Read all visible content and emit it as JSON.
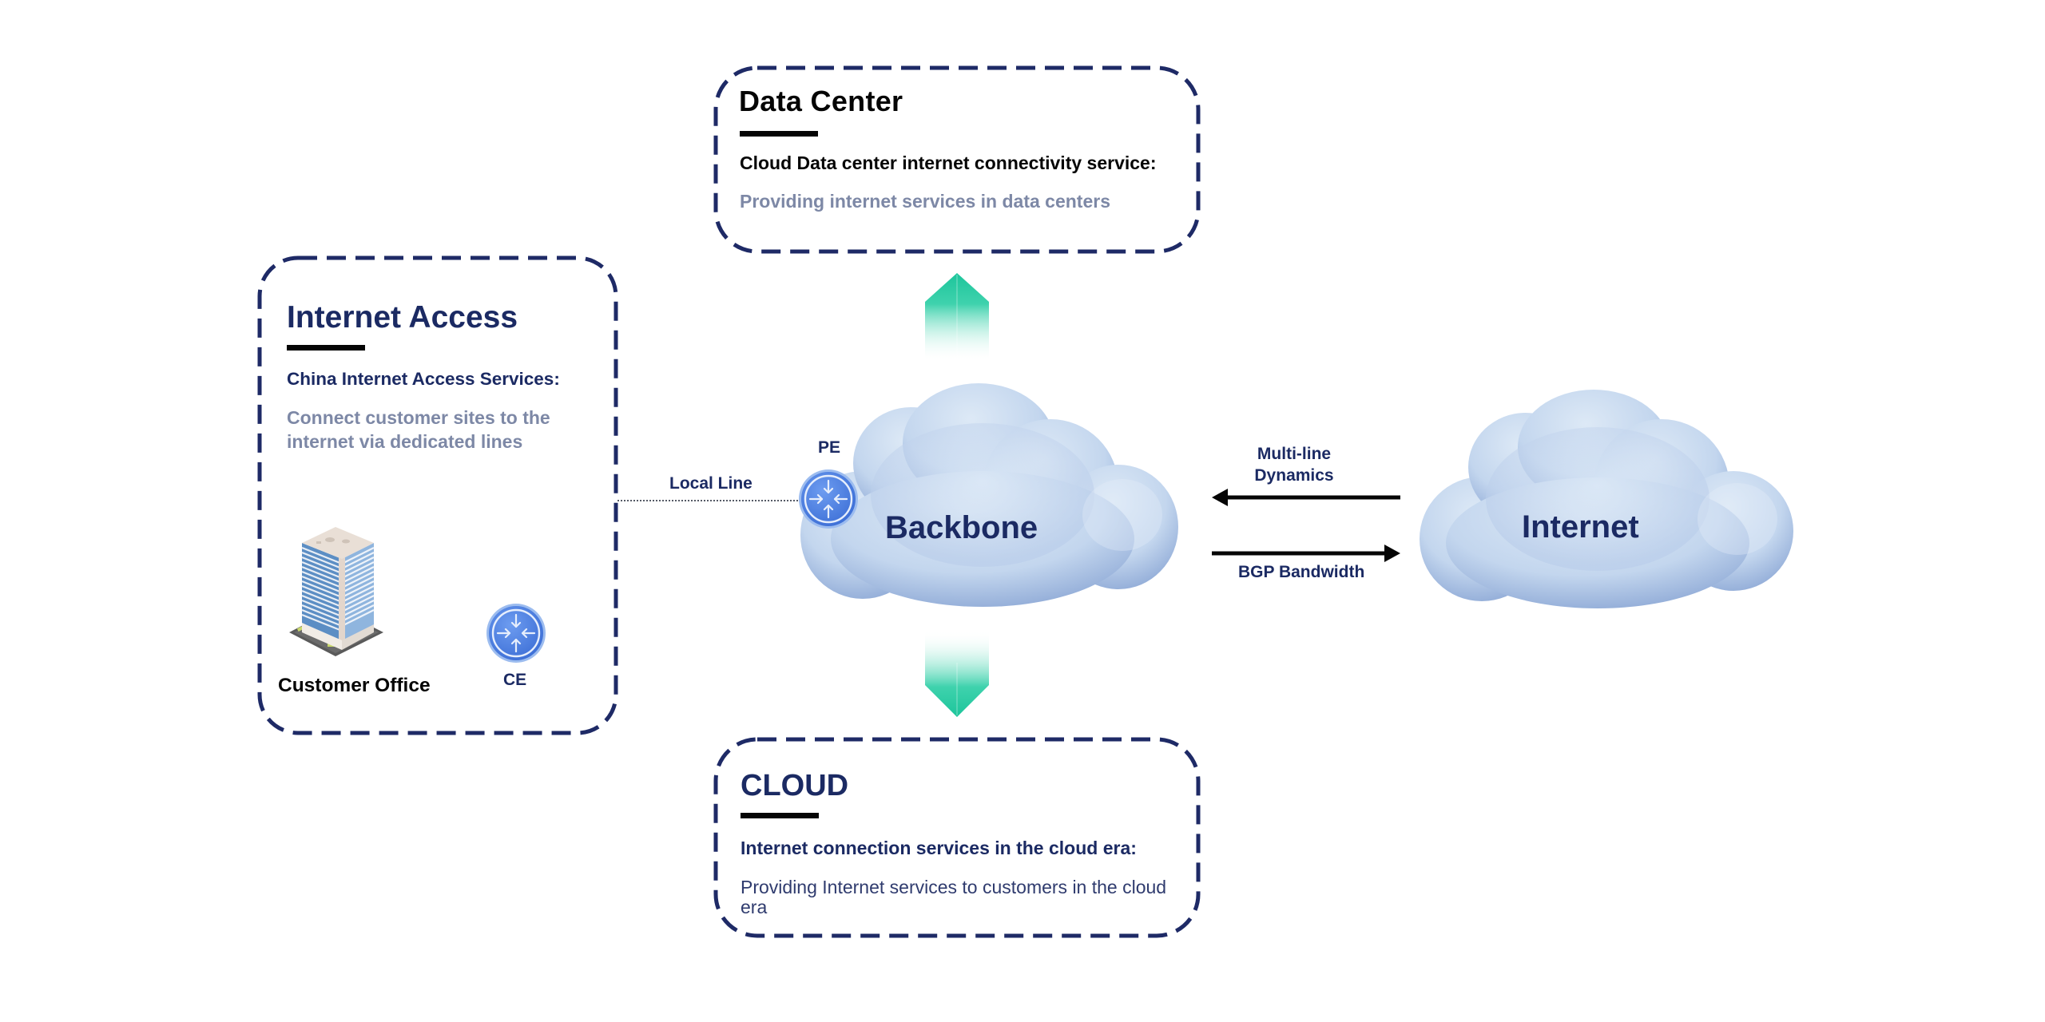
{
  "colors": {
    "navy": "#1b2a63",
    "border_dash": "#1e2a66",
    "muted_text": "#7d88a6",
    "black": "#050505",
    "teal": "#1ec9a0",
    "cloud_light": "#d4e3f3",
    "cloud_shadow": "#8fa9d6",
    "router_blue": "#4a7fe0"
  },
  "boxes": {
    "data_center": {
      "title": "Data Center",
      "subtitle": "Cloud Data center internet connectivity service:",
      "description": "Providing internet services in data centers"
    },
    "internet_access": {
      "title": "Internet Access",
      "subtitle": "China Internet Access Services:",
      "description": "Connect customer sites to the internet via dedicated lines",
      "customer_office_label": "Customer Office",
      "ce_label": "CE"
    },
    "cloud": {
      "title": "CLOUD",
      "subtitle": "Internet connection services in the cloud era:",
      "description": "Providing Internet services to customers in the cloud era"
    }
  },
  "nodes": {
    "backbone": {
      "label": "Backbone",
      "icon": "cloud-icon"
    },
    "internet": {
      "label": "Internet",
      "icon": "cloud-icon"
    },
    "pe": {
      "label": "PE",
      "icon": "router-icon"
    },
    "ce": {
      "label": "CE",
      "icon": "router-icon"
    },
    "customer_office": {
      "label": "Customer Office",
      "icon": "office-building-icon"
    }
  },
  "connections": {
    "local_line": {
      "label": "Local Line",
      "style": "dotted"
    },
    "multi_line": {
      "label": "Multi-line Dynamics",
      "direction": "internet-to-backbone"
    },
    "bgp": {
      "label": "BGP Bandwidth",
      "direction": "backbone-to-internet"
    },
    "to_data_center": {
      "direction": "up",
      "style": "teal-gradient-arrow"
    },
    "to_cloud": {
      "direction": "down",
      "style": "teal-gradient-arrow"
    }
  }
}
